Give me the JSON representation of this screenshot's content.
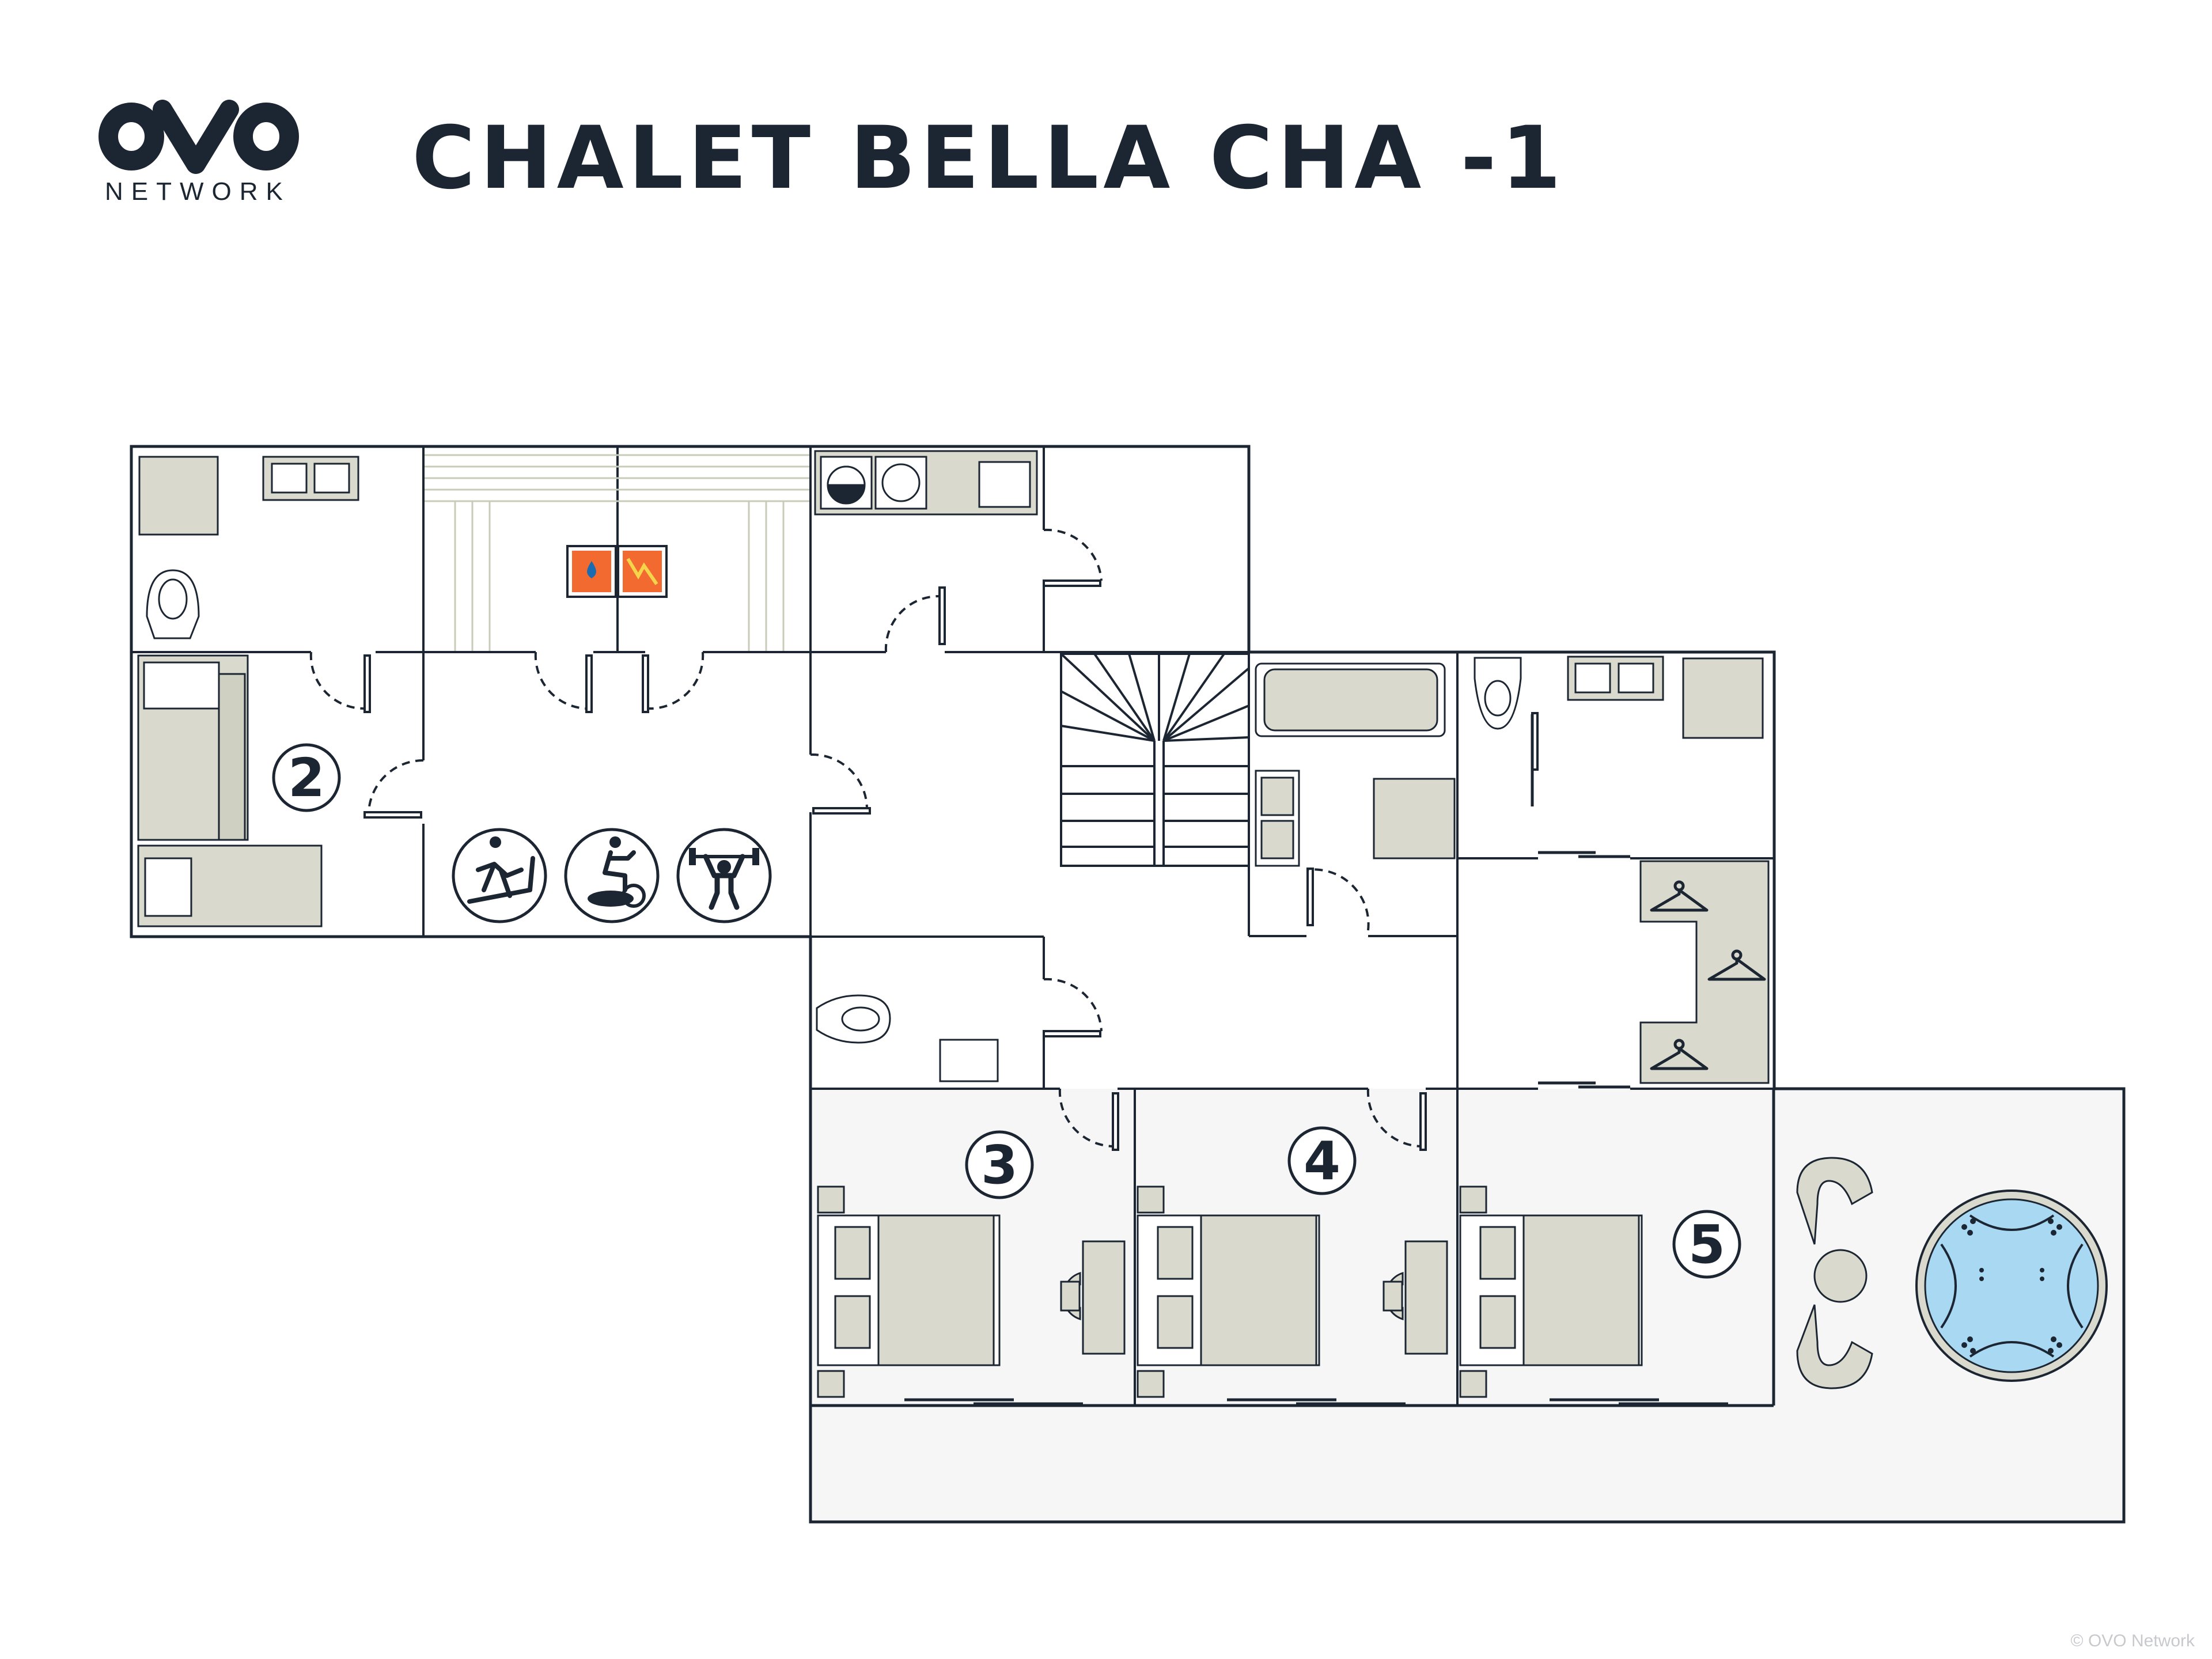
{
  "header": {
    "title": "CHALET BELLA CHA -1",
    "logo_text": "NETWORK"
  },
  "rooms": {
    "bedroom_2": "2",
    "bedroom_3": "3",
    "bedroom_4": "4",
    "bedroom_5": "5"
  },
  "footer": {
    "copyright": "© OVO Network"
  },
  "colors": {
    "wall": "#1c2532",
    "furniture": "#d9d9cd",
    "terrace": "#f6f6f6",
    "hot_tub": "#a9d8f3",
    "fire": "#f26a30",
    "text": "#1c2532"
  },
  "icons": [
    "treadmill-icon",
    "exercise-bike-icon",
    "weightlifting-icon",
    "sauna-heater-icon",
    "washing-machine-icon",
    "dryer-icon",
    "hanger-icon",
    "hot-tub-icon",
    "toilet-icon",
    "shower-icon",
    "bathtub-icon",
    "sink-icon"
  ]
}
